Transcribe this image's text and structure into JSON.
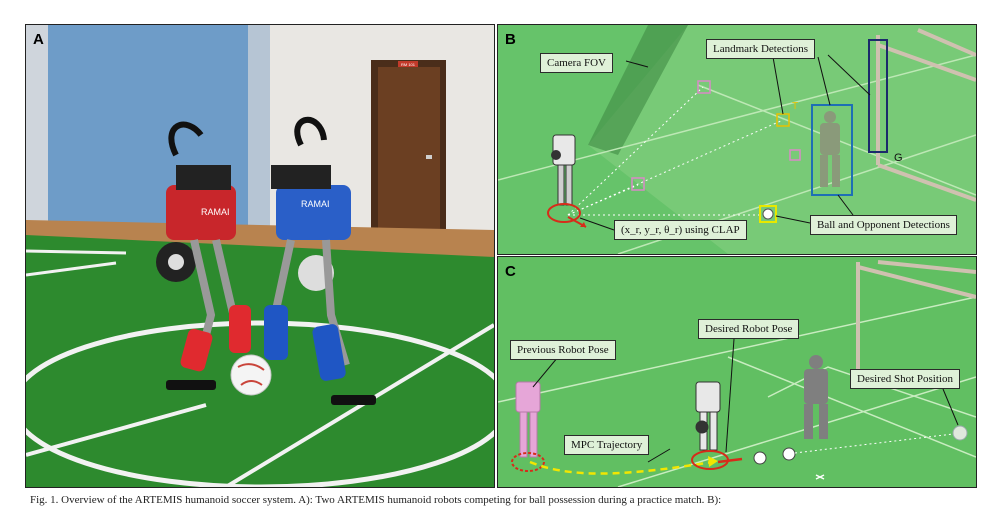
{
  "figure": {
    "panel_a": {
      "letter": "A",
      "door_sign": "RM 101"
    },
    "panel_b": {
      "letter": "B",
      "callouts": {
        "camera_fov": "Camera FOV",
        "landmark_detections": "Landmark Detections",
        "pose_clap": "(x_r, y_r, θ_r) using CLAP",
        "ball_opponent": "Ball and Opponent Detections"
      },
      "markers": {
        "t_label": "T",
        "g_label": "G"
      },
      "colors": {
        "landmark_box": "#e8c200",
        "opponent_box": "#1f6fb5",
        "goal_box": "#1b2a6b",
        "ball_box": "#e8e800"
      }
    },
    "panel_c": {
      "letter": "C",
      "callouts": {
        "previous_pose": "Previous Robot Pose",
        "desired_pose": "Desired Robot Pose",
        "desired_shot": "Desired Shot Position",
        "mpc": "MPC Trajectory"
      },
      "colors": {
        "trajectory": "#f2e600",
        "pose_ring": "#d62c1a"
      }
    },
    "caption": "Fig. 1. Overview of the ARTEMIS humanoid soccer system. A): Two ARTEMIS humanoid robots competing for ball possession during a practice match. B):"
  }
}
